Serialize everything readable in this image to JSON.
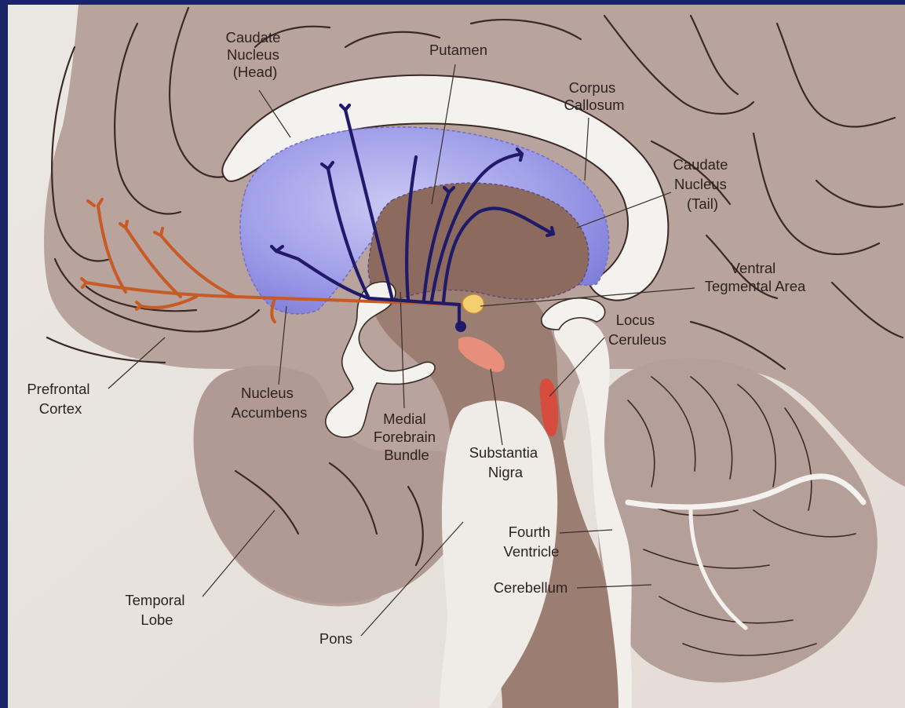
{
  "labels": {
    "caudate_head": [
      "Caudate",
      "Nucleus",
      "(Head)"
    ],
    "putamen": [
      "Putamen"
    ],
    "corpus_callosum": [
      "Corpus",
      "Callosum"
    ],
    "caudate_tail": [
      "Caudate",
      "Nucleus",
      "(Tail)"
    ],
    "vta": [
      "Ventral",
      "Tegmental Area"
    ],
    "locus_ceruleus": [
      "Locus",
      "Ceruleus"
    ],
    "prefrontal": [
      "Prefrontal",
      "Cortex"
    ],
    "accumbens": [
      "Nucleus",
      "Accumbens"
    ],
    "mfb": [
      "Medial",
      "Forebrain",
      "Bundle"
    ],
    "substantia_nigra": [
      "Substantia",
      "Nigra"
    ],
    "fourth_ventricle": [
      "Fourth",
      "Ventricle"
    ],
    "cerebellum": [
      "Cerebellum"
    ],
    "temporal": [
      "Temporal",
      "Lobe"
    ],
    "pons": [
      "Pons"
    ]
  },
  "colors": {
    "screen_border": "#1b2466",
    "background": "#e9e4de",
    "cortex": "#b9a59f",
    "brainstem": "#9a7c70",
    "ventricle": "#f3f1ee",
    "striatum": "#8f8ee6",
    "dopamine_pathway": "#1f1a6a",
    "mesocortical_pathway": "#c85a25",
    "substantia_nigra": "#e88f7c",
    "locus_ceruleus": "#d64c3f",
    "vta": "#f4cf6f"
  }
}
